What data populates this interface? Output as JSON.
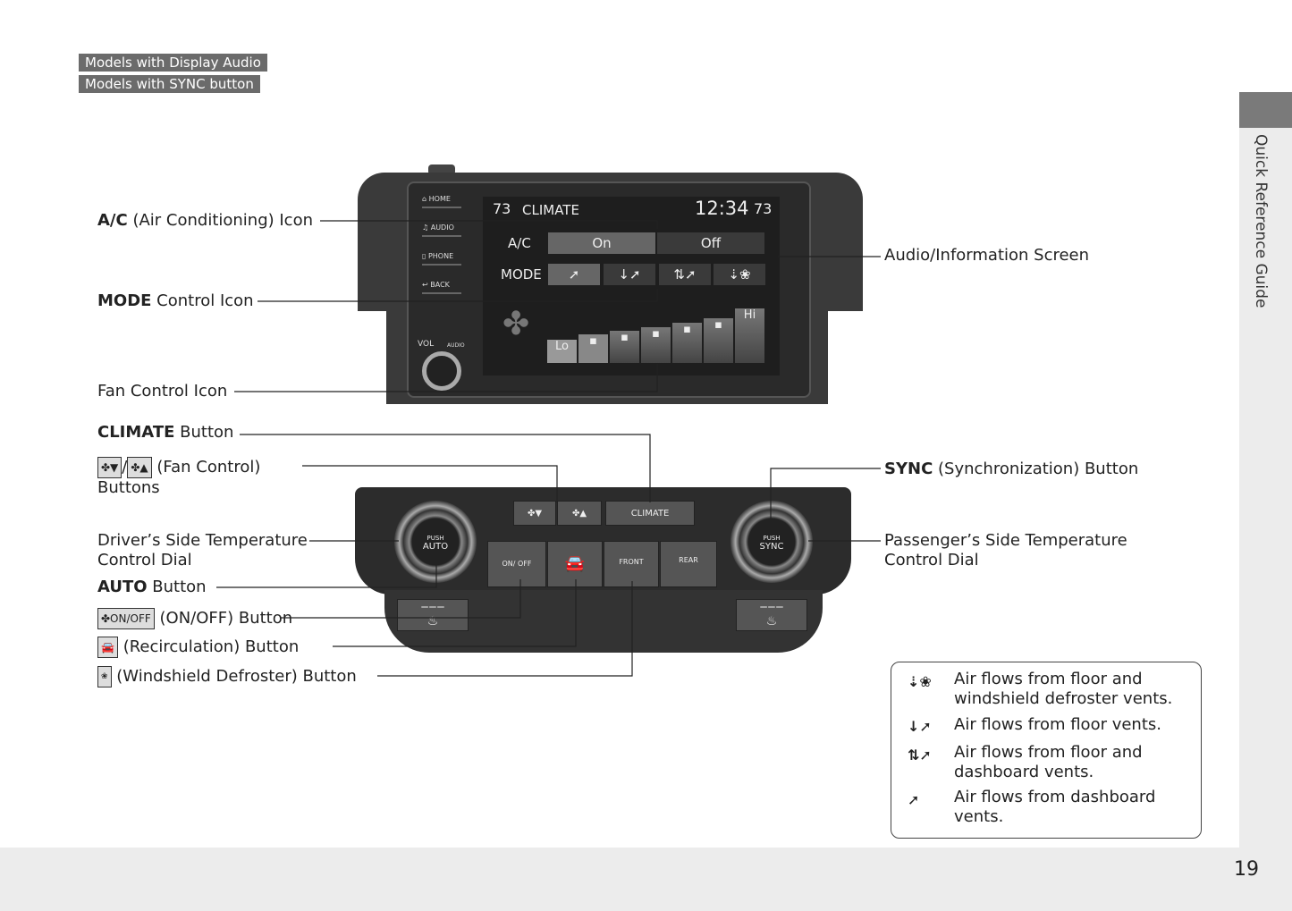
{
  "tags": [
    "Models with Display Audio",
    "Models with SYNC button"
  ],
  "side_tab": "Quick Reference Guide",
  "page_number": "19",
  "screen": {
    "left_temp": "73",
    "title": "CLIMATE",
    "clock": "12:34",
    "right_temp": "73",
    "ac_label": "A/C",
    "ac_on": "On",
    "ac_off": "Off",
    "mode_label": "MODE",
    "fan_lo": "Lo",
    "fan_hi": "Hi",
    "fan_level": 1,
    "hardkeys": [
      "HOME",
      "AUDIO",
      "PHONE",
      "BACK"
    ],
    "vol": "VOL",
    "audio": "AUDIO"
  },
  "panel": {
    "fan_down": "✤▼",
    "fan_up": "✤▲",
    "climate": "CLIMATE",
    "push": "PUSH",
    "auto": "AUTO",
    "sync": "SYNC",
    "onoff": "ON/ OFF",
    "front": "FRONT",
    "rear": "REAR"
  },
  "labels": {
    "ac_bold": "A/C",
    "ac_rest": " (Air Conditioning) Icon",
    "mode_bold": "MODE",
    "mode_rest": " Control Icon",
    "fan": "Fan Control Icon",
    "climate_bold": "CLIMATE",
    "climate_rest": " Button",
    "fan_ctrl": "(Fan Control)",
    "fan_ctrl2": "Buttons",
    "driver": "Driver’s Side Temperature",
    "driver2": "Control Dial",
    "auto_bold": "AUTO",
    "auto_rest": " Button",
    "onoff": "(ON/OFF) Button",
    "recirc": "(Recirculation) Button",
    "defrost": "(Windshield Defroster) Button",
    "screen": "Audio/Information Screen",
    "sync_bold": "SYNC",
    "sync_rest": " (Synchronization) Button",
    "passenger": "Passenger’s Side Temperature",
    "passenger2": "Control Dial"
  },
  "legend": [
    {
      "icon": "floor-defrost-mode-icon",
      "text": "Air flows from floor and",
      "text2": "windshield defroster vents."
    },
    {
      "icon": "floor-mode-icon",
      "text": "Air flows from floor vents.",
      "text2": ""
    },
    {
      "icon": "floor-dashboard-mode-icon",
      "text": "Air flows from floor and",
      "text2": "dashboard vents."
    },
    {
      "icon": "dashboard-mode-icon",
      "text": "Air flows from dashboard",
      "text2": "vents."
    }
  ]
}
